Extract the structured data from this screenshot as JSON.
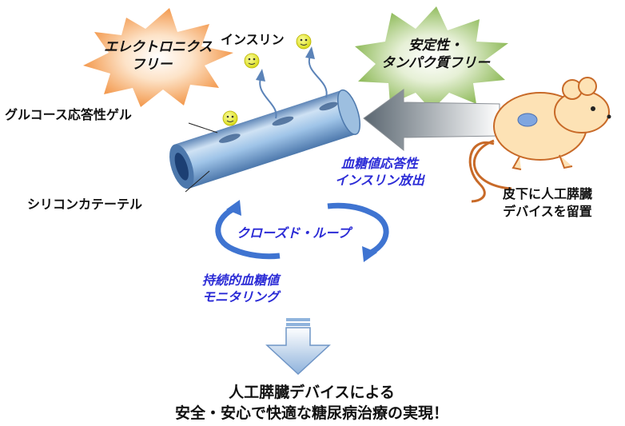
{
  "labels": {
    "electronics_free": [
      "エレクトロニクス",
      "フリー"
    ],
    "insulin": "インスリン",
    "stable_protein_free": [
      "安定性・",
      "タンパク質フリー"
    ],
    "glucose_gel": "グルコース応答性ゲル",
    "silicone_catheter": "シリコンカテーテル",
    "glucose_release": [
      "血糖値応答性",
      "インスリン放出"
    ],
    "closed_loop": "クローズド・ループ",
    "monitoring": [
      "持続的血糖値",
      "モニタリング"
    ],
    "implant": [
      "皮下に人工膵臓",
      "デバイスを留置"
    ],
    "conclusion": [
      "人工膵臓デバイスによる",
      "安全・安心で快適な糖尿病治療の実現！"
    ]
  },
  "colors": {
    "orange_burst": "#f5a35c",
    "green_burst": "#9cc26a",
    "tube": "#8db7e0",
    "blue_text": "#2b2bd6",
    "mouse_body": "#fde2b5",
    "mouse_outline": "#c86a28",
    "implant": "#7fa6e0",
    "big_arrow": "#8aaed8",
    "loop_arrow": "#4a7fd6",
    "smiley": "#e4e82a"
  },
  "icons": [
    "smiley-icon",
    "big-left-arrow",
    "down-arrow-icon",
    "loop-arrow-icon"
  ]
}
